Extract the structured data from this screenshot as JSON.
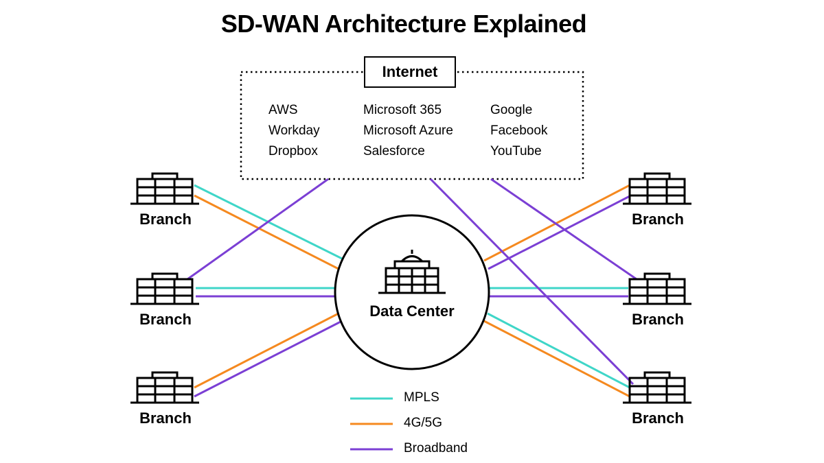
{
  "title": "SD-WAN Architecture Explained",
  "internet": {
    "label": "Internet",
    "services": [
      [
        "AWS",
        "Workday",
        "Dropbox"
      ],
      [
        "Microsoft 365",
        "Microsoft Azure",
        "Salesforce"
      ],
      [
        "Google",
        "Facebook",
        "YouTube"
      ]
    ]
  },
  "data_center": {
    "label": "Data Center"
  },
  "branches": [
    {
      "label": "Branch"
    },
    {
      "label": "Branch"
    },
    {
      "label": "Branch"
    },
    {
      "label": "Branch"
    },
    {
      "label": "Branch"
    },
    {
      "label": "Branch"
    }
  ],
  "legend": [
    {
      "label": "MPLS",
      "color": "#3fd6c8"
    },
    {
      "label": "4G/5G",
      "color": "#f5891f"
    },
    {
      "label": "Broadband",
      "color": "#7b3fd4"
    }
  ],
  "colors": {
    "mpls": "#3fd6c8",
    "cellular": "#f5891f",
    "broadband": "#7b3fd4"
  }
}
